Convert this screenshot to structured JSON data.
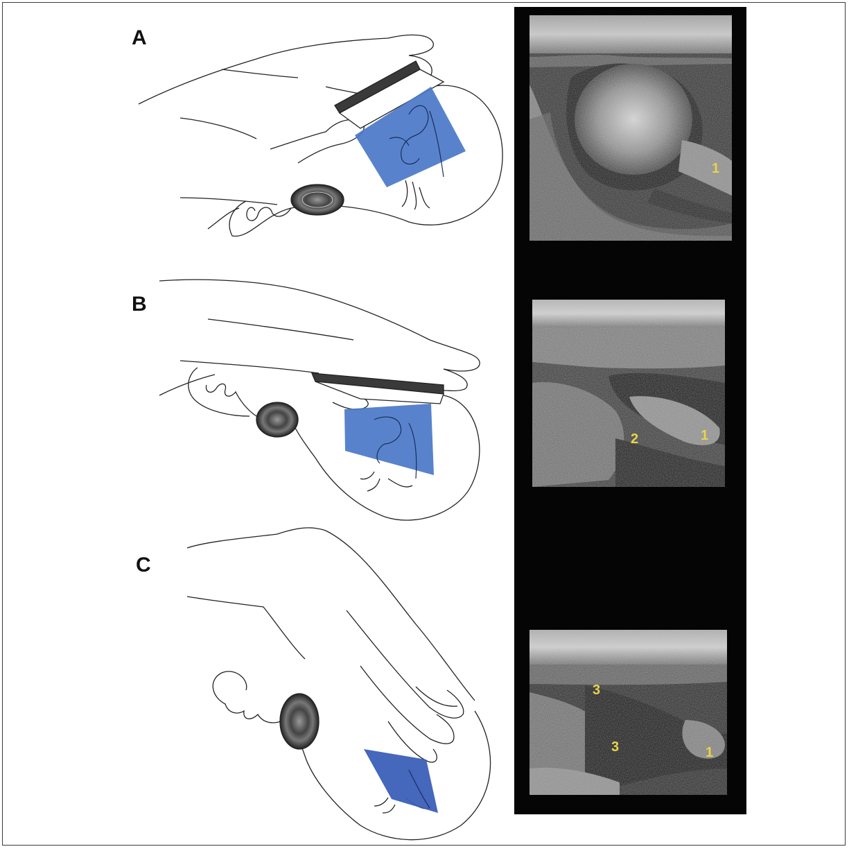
{
  "panels": [
    {
      "letter": "A",
      "us_labels": [
        "1"
      ]
    },
    {
      "letter": "B",
      "us_labels": [
        "2",
        "1"
      ]
    },
    {
      "letter": "C",
      "us_labels": [
        "3",
        "3",
        "1"
      ]
    }
  ],
  "colors": {
    "probe_plane": "#4a78c8",
    "ultrasound_background": "#050505",
    "ultrasound_label": "#e8d44a",
    "line_art": "#222222"
  }
}
